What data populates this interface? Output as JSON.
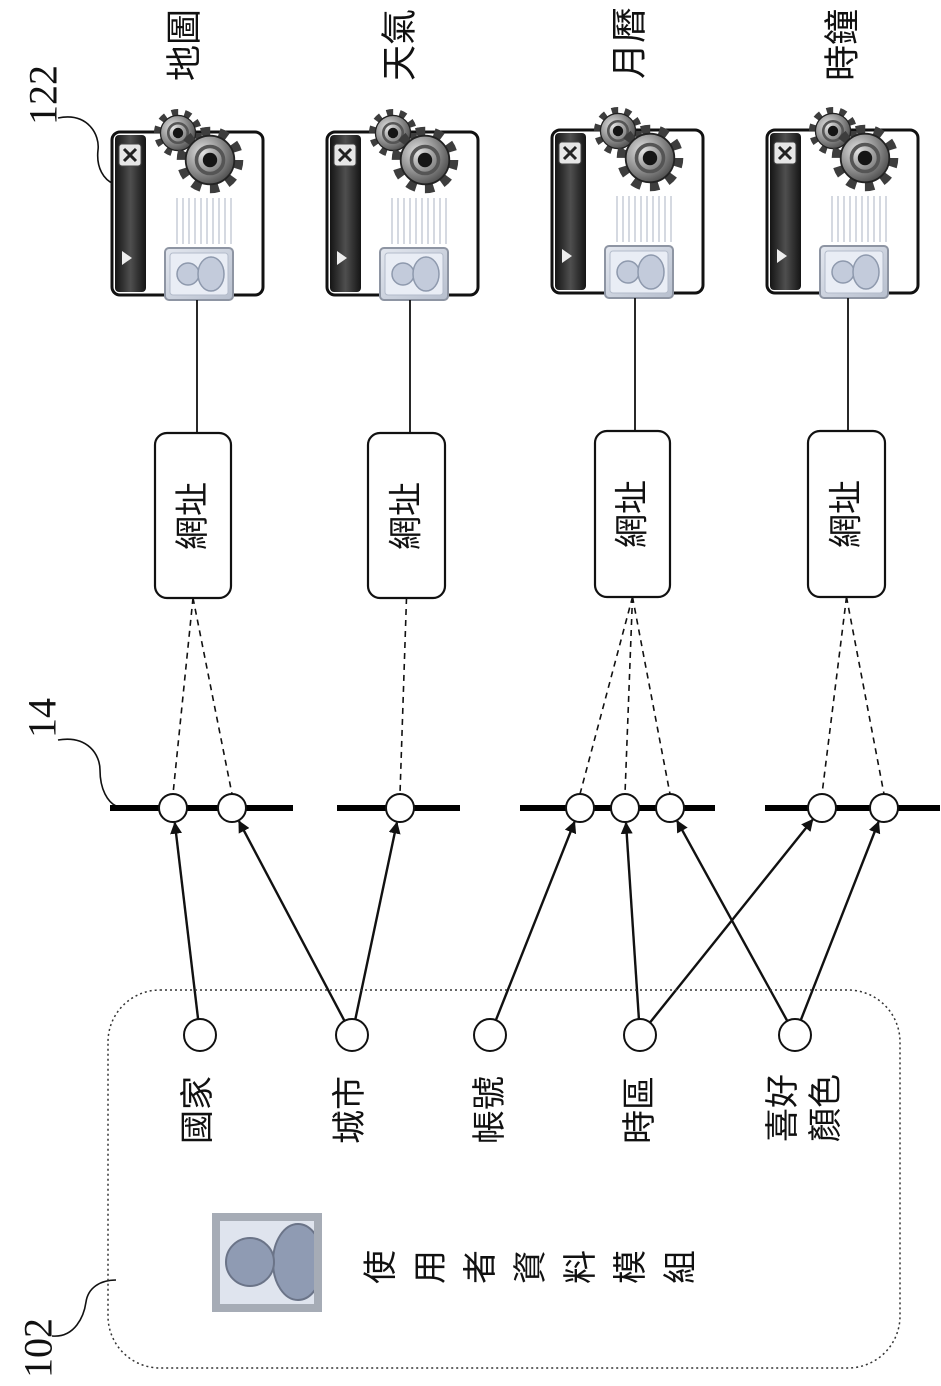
{
  "reference_numerals": {
    "widgets": "122",
    "interface": "14",
    "user_data_module": "102"
  },
  "widgets": [
    {
      "label": "地圖",
      "link_label": "網址"
    },
    {
      "label": "天氣",
      "link_label": "網址"
    },
    {
      "label": "月曆",
      "link_label": "網址"
    },
    {
      "label": "時鐘",
      "link_label": "網址"
    }
  ],
  "user_data_module": {
    "title": "使用者資料模組",
    "fields": [
      {
        "label": "國家"
      },
      {
        "label": "城市"
      },
      {
        "label": "帳號"
      },
      {
        "label": "時區"
      },
      {
        "label_lines": [
          "喜好",
          "顏色"
        ]
      }
    ]
  }
}
